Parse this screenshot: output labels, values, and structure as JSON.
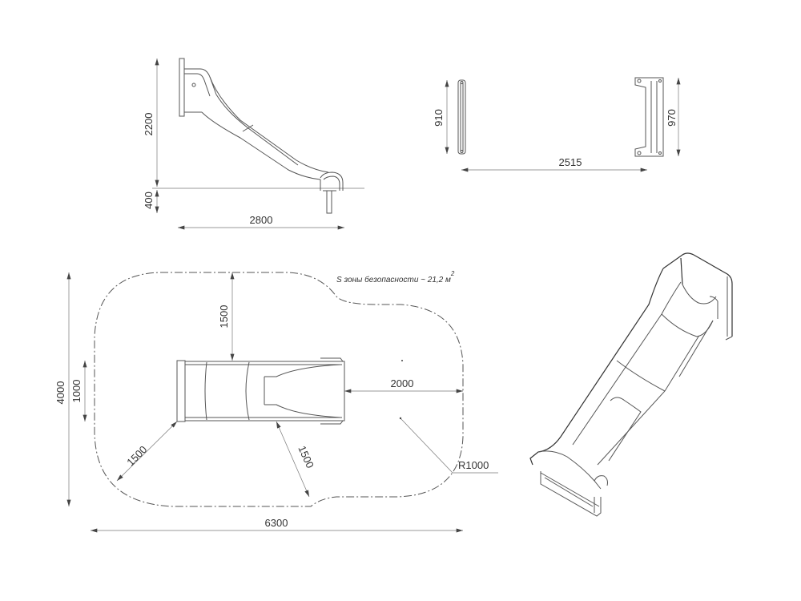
{
  "side_view": {
    "height_label": "2200",
    "depth_label": "400",
    "length_label": "2800"
  },
  "end_view": {
    "left_height_label": "910",
    "right_height_label": "970",
    "span_label": "2515"
  },
  "plan_view": {
    "zone_note": "S зоны безопасности ~ 21,2 м",
    "zone_note_exp": "2",
    "total_height_label": "4000",
    "slide_width_label": "1000",
    "top_clearance_label": "1500",
    "front_clearance_label": "2000",
    "diag_left_label": "1500",
    "diag_right_label": "1500",
    "radius_label": "R1000",
    "total_length_label": "6300"
  }
}
